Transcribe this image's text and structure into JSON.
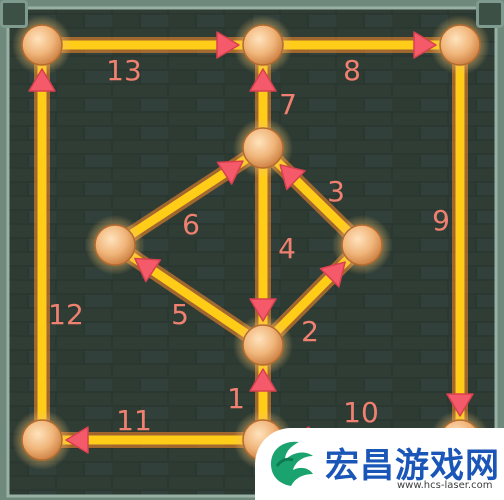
{
  "puzzle": {
    "theme": {
      "path_color": "#ffcc18",
      "path_edge": "#ff8a2a",
      "arrow_color": "#f45a6a",
      "node_color": "#f0b57a",
      "label_color": "#f08070",
      "wall_color": "#2f3c34"
    },
    "nodes": [
      {
        "id": "top-left"
      },
      {
        "id": "top-middle"
      },
      {
        "id": "top-right"
      },
      {
        "id": "center-top"
      },
      {
        "id": "left"
      },
      {
        "id": "right"
      },
      {
        "id": "center-bottom"
      },
      {
        "id": "bottom-left"
      },
      {
        "id": "bottom-middle"
      },
      {
        "id": "bottom-right"
      }
    ],
    "steps": [
      {
        "label": "1",
        "from": "bottom-middle",
        "to": "center-bottom"
      },
      {
        "label": "2",
        "from": "center-bottom",
        "to": "right"
      },
      {
        "label": "3",
        "from": "right",
        "to": "center-top"
      },
      {
        "label": "4",
        "from": "center-top",
        "to": "center-bottom"
      },
      {
        "label": "5",
        "from": "center-bottom",
        "to": "left"
      },
      {
        "label": "6",
        "from": "left",
        "to": "center-top"
      },
      {
        "label": "7",
        "from": "center-top",
        "to": "top-middle"
      },
      {
        "label": "8",
        "from": "top-middle",
        "to": "top-right"
      },
      {
        "label": "9",
        "from": "top-right",
        "to": "bottom-right"
      },
      {
        "label": "10",
        "from": "bottom-right",
        "to": "bottom-middle"
      },
      {
        "label": "11",
        "from": "bottom-middle",
        "to": "bottom-left"
      },
      {
        "label": "12",
        "from": "bottom-left",
        "to": "top-left"
      },
      {
        "label": "13",
        "from": "top-left",
        "to": "top-middle"
      }
    ]
  },
  "watermark": {
    "title": "宏昌游戏网",
    "url": "www.hcs-laser.com",
    "logo_icon": "phoenix-logo-icon"
  }
}
